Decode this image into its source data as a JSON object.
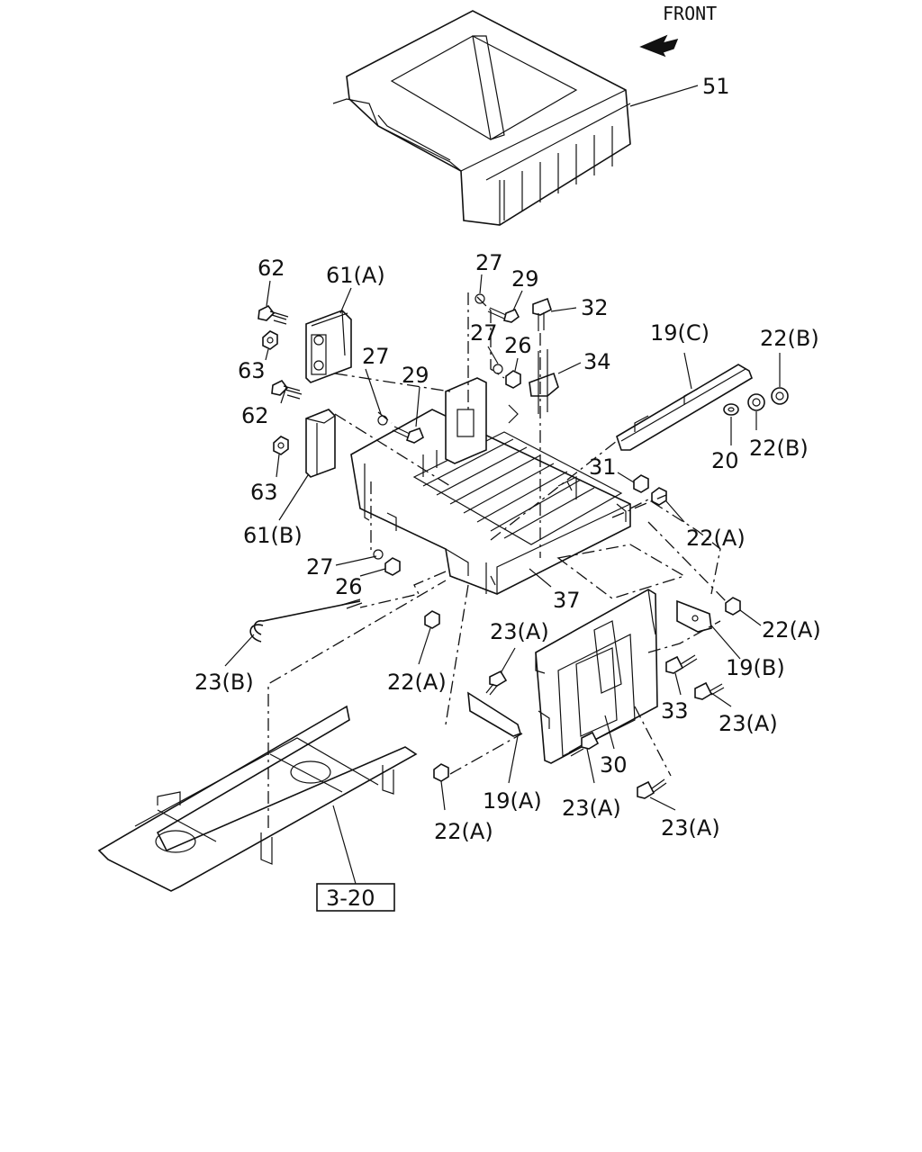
{
  "header": {
    "front_label": "FRONT"
  },
  "icons": {
    "front_arrow": "arrow-right-icon"
  },
  "callouts": [
    "51",
    "62",
    "61(A)",
    "27",
    "29",
    "32",
    "63",
    "27",
    "26",
    "34",
    "19(C)",
    "22(B)",
    "27",
    "29",
    "62",
    "20",
    "22(B)",
    "31",
    "63",
    "61(B)",
    "22(A)",
    "27",
    "26",
    "37",
    "22(A)",
    "23(A)",
    "23(B)",
    "22(A)",
    "19(B)",
    "33",
    "23(A)",
    "30",
    "19(A)",
    "23(A)",
    "22(A)",
    "23(A)"
  ],
  "reference": {
    "label": "3-20"
  }
}
